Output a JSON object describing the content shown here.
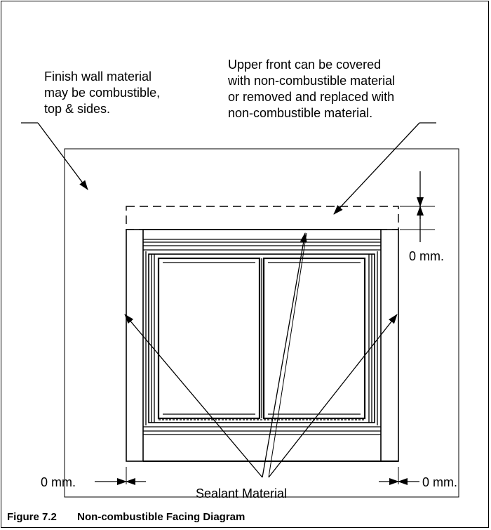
{
  "labels": {
    "finish_wall": [
      "Finish wall material",
      "may be combustible,",
      "top & sides."
    ],
    "upper_front": [
      "Upper front can be covered",
      "with non-combustible material",
      "or removed and replaced with",
      "non-combustible material."
    ],
    "dim_top": "0 mm.",
    "dim_left": "0 mm.",
    "dim_right": "0 mm.",
    "sealant": "Sealant Material"
  },
  "caption": {
    "number": "Figure 7.2",
    "title": "Non-combustible Facing Diagram"
  }
}
